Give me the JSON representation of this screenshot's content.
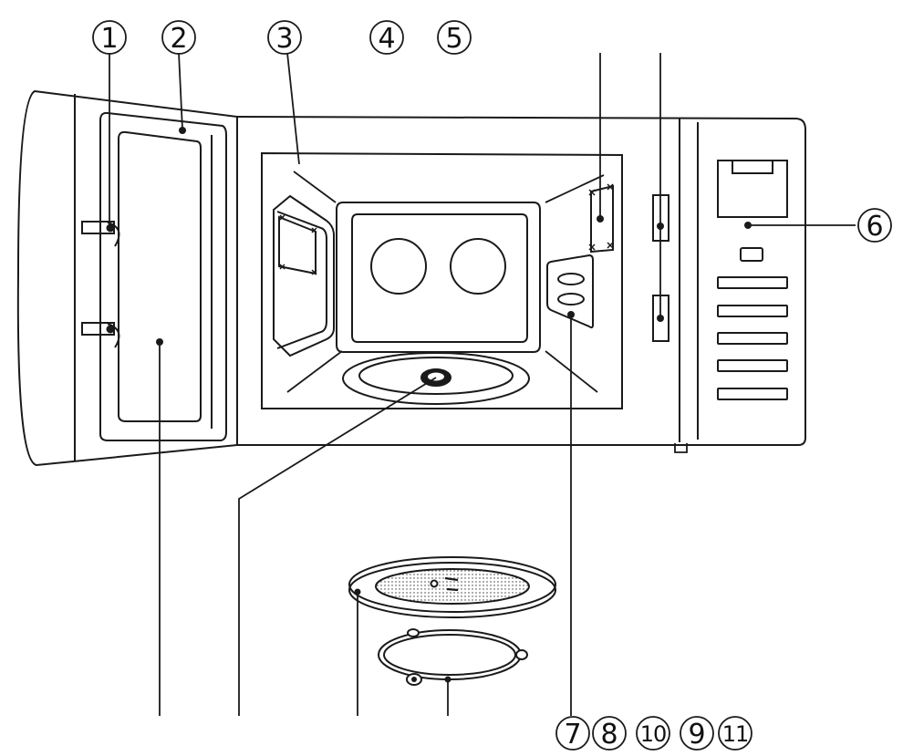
{
  "callouts": {
    "n1": "1",
    "n2": "2",
    "n3": "3",
    "n4": "4",
    "n5": "5",
    "n6": "6",
    "n7": "7",
    "n8": "8",
    "n9": "9",
    "n10": "10",
    "n11": "11"
  },
  "colors": {
    "line": "#1a1a1a",
    "background": "#ffffff"
  }
}
